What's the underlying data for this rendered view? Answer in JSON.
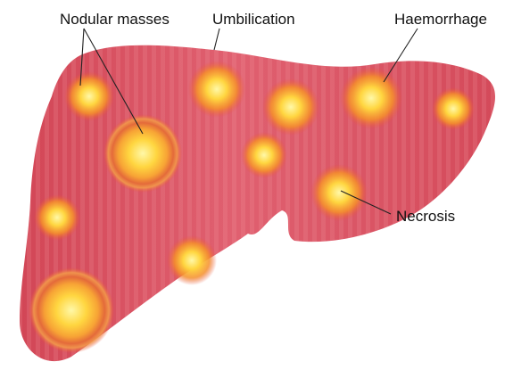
{
  "labels": {
    "nodular_masses": "Nodular masses",
    "umbilication": "Umbilication",
    "haemorrhage": "Haemorrhage",
    "necrosis": "Necrosis"
  },
  "colors": {
    "background": "#ffffff",
    "liver_fill": "#d94a5c",
    "liver_stripes": "#f08a95",
    "nodule_core": "#fff59a",
    "nodule_mid": "#ffc93a",
    "nodule_edge": "#f08a2a",
    "leader_line": "#222222",
    "text": "#111111"
  }
}
